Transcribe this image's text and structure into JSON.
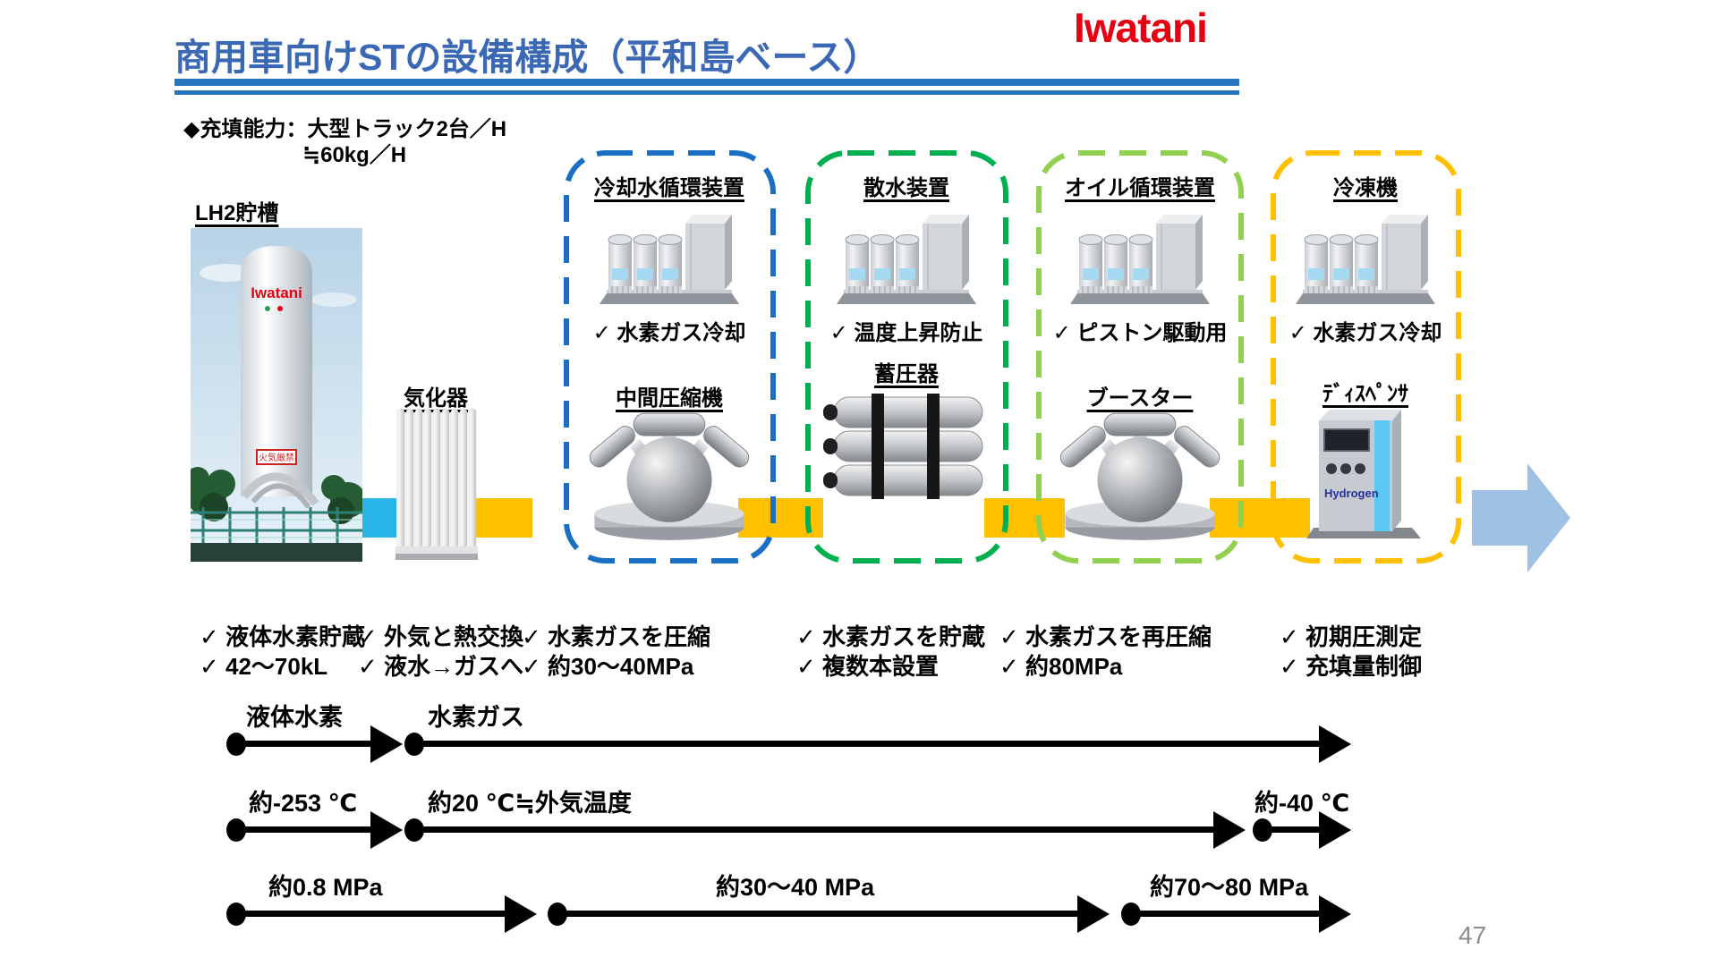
{
  "slide": {
    "title": "商用車向けSTの設備構成（平和島ベース）",
    "logo_text": "Iwatani",
    "page_number": "47",
    "capacity": {
      "line1": "◆充填能力：大型トラック2台／H",
      "line2": "≒60kg／H"
    }
  },
  "colors": {
    "title_blue": "#3b68b5",
    "rule_blue": "#2776bd",
    "logo_red": "#e50012",
    "box_blue": "#1a6fc4",
    "box_green": "#00b050",
    "box_light_green": "#92d050",
    "box_yellow": "#ffc000",
    "band_cyan": "#29b5e8",
    "band_yellow": "#ffc000",
    "final_arrow_blue": "#9fc1e3"
  },
  "source_station": {
    "label": "LH2貯槽",
    "tank_brand": "Iwatani",
    "tank_sign": "火気厳禁",
    "notes": [
      "✓ 液体水素貯蔵",
      "✓ 42～70kL"
    ]
  },
  "vaporizer": {
    "label": "気化器",
    "notes": [
      "✓ 外気と熱交換",
      "✓ 液水→ガスへ"
    ]
  },
  "boxes": [
    {
      "title": "冷却水循環装置",
      "check": "✓ 水素ガス冷却",
      "equipment": "中間圧縮機",
      "notes": [
        "✓ 水素ガスを圧縮",
        "✓ 約30～40MPa"
      ]
    },
    {
      "title": "散水装置",
      "check": "✓ 温度上昇防止",
      "equipment": "蓄圧器",
      "notes": [
        "✓ 水素ガスを貯蔵",
        "✓ 複数本設置"
      ]
    },
    {
      "title": "オイル循環装置",
      "check": "✓ ピストン駆動用",
      "equipment": "ブースター",
      "notes": [
        "✓ 水素ガスを再圧縮",
        "✓ 約80MPa"
      ]
    },
    {
      "title": "冷凍機",
      "check": "✓ 水素ガス冷却",
      "equipment": "ﾃﾞｨｽﾍﾟﾝｻ",
      "dispenser_text": "Hydrogen",
      "notes": [
        "✓ 初期圧測定",
        "✓ 充填量制御"
      ]
    }
  ],
  "timelines": [
    {
      "name": "phase",
      "labels": [
        "液体水素",
        "水素ガス"
      ]
    },
    {
      "name": "temperature",
      "labels": [
        "約-253 ℃",
        "約20 ℃≒外気温度",
        "約-40 ℃"
      ]
    },
    {
      "name": "pressure",
      "labels": [
        "約0.8 MPa",
        "約30～40 MPa",
        "約70～80 MPa"
      ]
    }
  ]
}
